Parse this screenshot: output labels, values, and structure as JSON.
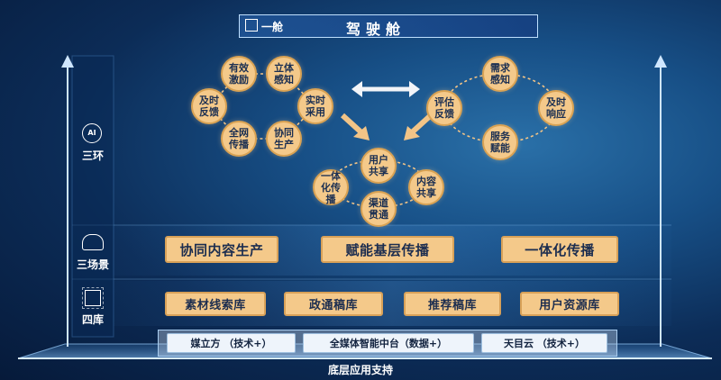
{
  "header": {
    "tag": "一舱",
    "title": "驾驶舱"
  },
  "layers": {
    "rings": "三环",
    "scenes": "三场景",
    "libraries": "四库"
  },
  "left_ring": {
    "incentive": "有效激励",
    "perception": "立体感知",
    "realtime": "实时采用",
    "coproduction": "协同生产",
    "broadcast": "全网传播",
    "feedback": "及时反馈"
  },
  "right_ring": {
    "demand": "需求感知",
    "response": "及时响应",
    "service": "服务赋能",
    "evaluation": "评估反馈"
  },
  "center_ring": {
    "sharing": "用户共享",
    "content": "内容共享",
    "channels": "渠道贯通",
    "integrated": "一体化传播"
  },
  "scenes": [
    "协同内容生产",
    "赋能基层传播",
    "一体化传播"
  ],
  "libraries": [
    "素材线索库",
    "政通稿库",
    "推荐稿库",
    "用户资源库"
  ],
  "base": {
    "platforms": [
      "媒立方 （技术+）",
      "全媒体智能中台（数据+）",
      "天目云 （技术+）"
    ],
    "caption": "底层应用支持"
  },
  "colors": {
    "node_fill": "#f4c98a",
    "node_border": "#d9a253",
    "background": "#0c2c57",
    "accent": "#7fc4ff"
  }
}
